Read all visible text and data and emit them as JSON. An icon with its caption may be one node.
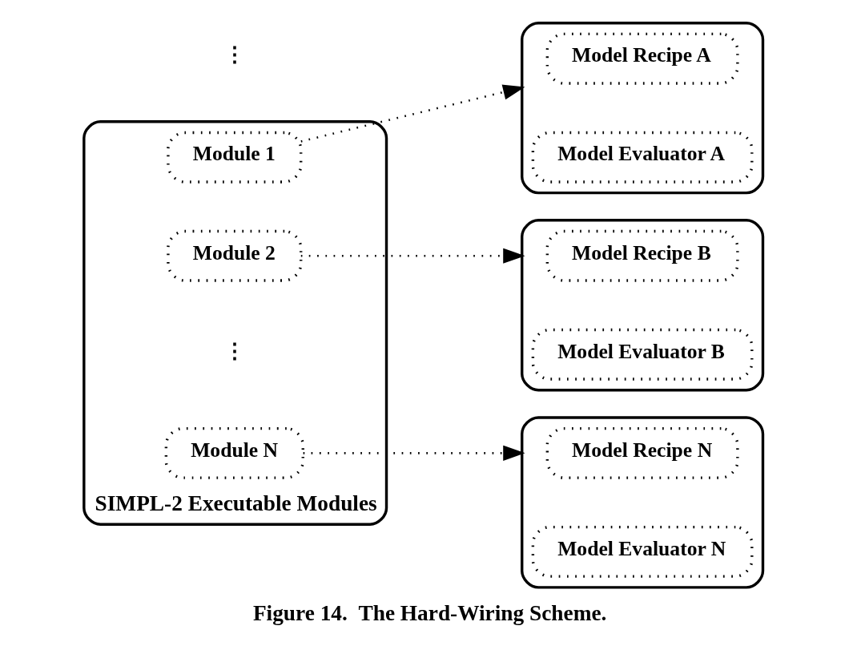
{
  "diagram": {
    "caption": "Figure 14.  The Hard-Wiring Scheme.",
    "nodes": [
      {
        "text": [
          "SIMPL-2 Executable Modules"
        ]
      },
      {
        "text": [
          "Module 1"
        ],
        "in": 0
      },
      {
        "text": [
          "Module 2"
        ],
        "in": 0
      },
      {
        "text": [
          "Module N"
        ],
        "in": 0
      },
      {
        "text": [],
        "shape": "box"
      },
      {
        "text": [
          "Model Recipe A"
        ],
        "in": 4
      },
      {
        "text": [
          "Model Evaluator A"
        ],
        "in": 4
      },
      {
        "text": [],
        "shape": "box"
      },
      {
        "text": [
          "Model Recipe B"
        ],
        "in": 7
      },
      {
        "text": [
          "Model Evaluator B"
        ],
        "in": 7
      },
      {
        "text": [],
        "shape": "box"
      },
      {
        "text": [
          "Model Recipe N"
        ],
        "in": 10
      },
      {
        "text": [
          "Model Evaluator N"
        ],
        "in": 10
      }
    ],
    "edges": [
      {
        "from": 1,
        "to": 4,
        "arrow": "to",
        "style": "dashed"
      },
      {
        "from": 2,
        "to": 7,
        "arrow": "to",
        "style": "dashed"
      },
      {
        "from": 3,
        "to": 10,
        "arrow": "to",
        "style": "dashed"
      }
    ],
    "labels": [
      "⋮",
      "⋮"
    ]
  }
}
